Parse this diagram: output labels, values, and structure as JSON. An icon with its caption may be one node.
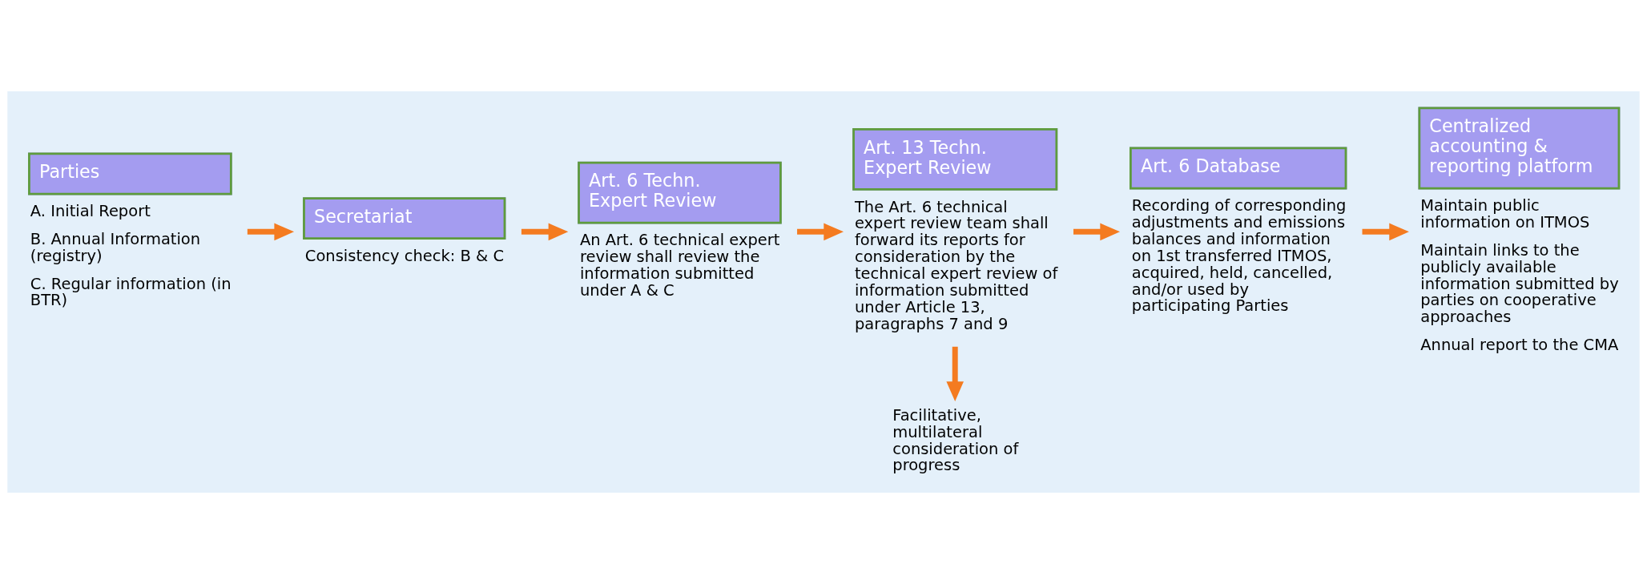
{
  "diagram": {
    "nodes": [
      {
        "text": [
          "Parties"
        ],
        "beside": [
          "A. Initial Report",
          "B. Annual Information (registry)",
          "C. Regular information (in BTR)"
        ]
      },
      {
        "text": [
          "Secretariat"
        ],
        "beside": [
          "Consistency check: B & C"
        ]
      },
      {
        "text": [
          "Art. 6 Techn. Expert Review"
        ],
        "beside": [
          "An Art. 6 technical expert review shall review the information submitted under A & C"
        ]
      },
      {
        "text": [
          "Art. 13 Techn. Expert Review"
        ],
        "beside": [
          "The Art. 6 technical expert review team shall forward its reports for consideration by the technical expert review of information submitted under Article 13, paragraphs 7 and 9"
        ]
      },
      {
        "text": [
          "Art. 6 Database"
        ],
        "beside": [
          "Recording of corresponding adjustments and emissions balances and information on 1st transferred ITMOS, acquired, held, cancelled, and/or used by participating Parties"
        ]
      },
      {
        "text": [
          "Centralized accounting & reporting platform"
        ],
        "beside": [
          "Maintain public information on ITMOS",
          "Maintain links to the publicly available information submitted by parties on cooperative approaches",
          "Annual report to the CMA"
        ]
      },
      {
        "text": [
          "Facilitative, multilateral consideration of progress"
        ]
      }
    ],
    "edges": [
      {
        "from": 0,
        "to": 1,
        "arrow": "to"
      },
      {
        "from": 1,
        "to": 2,
        "arrow": "to"
      },
      {
        "from": 2,
        "to": 3,
        "arrow": "to"
      },
      {
        "from": 3,
        "to": 4,
        "arrow": "to"
      },
      {
        "from": 4,
        "to": 5,
        "arrow": "to"
      },
      {
        "from": 3,
        "to": 6,
        "arrow": "to"
      }
    ]
  }
}
